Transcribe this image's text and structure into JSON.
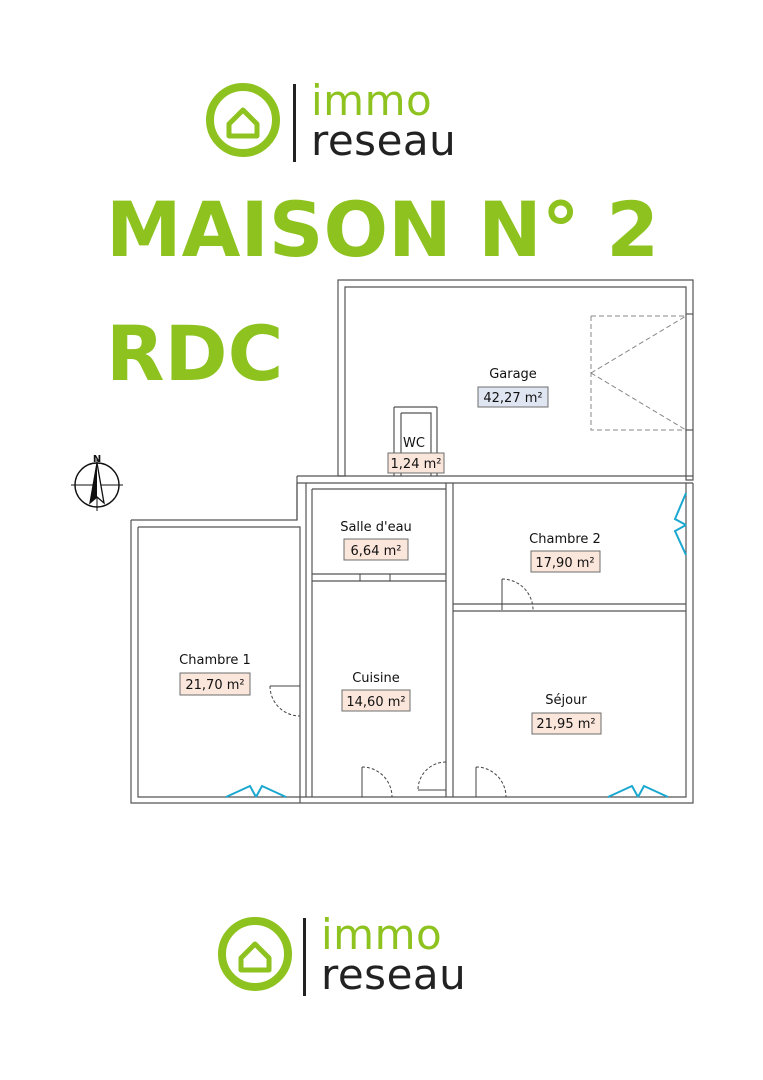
{
  "logo_top": {
    "word1": "immo",
    "word2": "reseau"
  },
  "title": {
    "line1": "MAISON N° 2",
    "line2": "RDC"
  },
  "compass": {
    "label": "N"
  },
  "rooms": [
    {
      "name": "Garage",
      "area": "42,27 m²"
    },
    {
      "name": "WC",
      "area": "1,24 m²"
    },
    {
      "name": "Salle d'eau",
      "area": "6,64 m²"
    },
    {
      "name": "Chambre 2",
      "area": "17,90 m²"
    },
    {
      "name": "Chambre 1",
      "area": "21,70 m²"
    },
    {
      "name": "Cuisine",
      "area": "14,60 m²"
    },
    {
      "name": "Séjour",
      "area": "21,95 m²"
    }
  ],
  "logo_bottom": {
    "word1": "immo",
    "word2": "reseau"
  },
  "colors": {
    "brand_green": "#8dc21f",
    "window": "#1aa7d0",
    "area_fill": "#fbe6dc",
    "garage_area_fill": "#dfe6f2"
  }
}
